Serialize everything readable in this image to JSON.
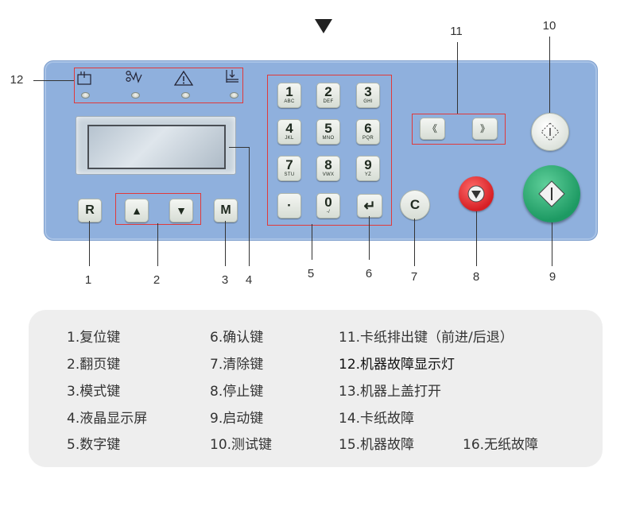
{
  "panel": {
    "numpad": [
      {
        "digit": "1",
        "letters": "ABC"
      },
      {
        "digit": "2",
        "letters": "DEF"
      },
      {
        "digit": "3",
        "letters": "GHI"
      },
      {
        "digit": "4",
        "letters": "JKL"
      },
      {
        "digit": "5",
        "letters": "MNO"
      },
      {
        "digit": "6",
        "letters": "PQR"
      },
      {
        "digit": "7",
        "letters": "STU"
      },
      {
        "digit": "8",
        "letters": "VWX"
      },
      {
        "digit": "9",
        "letters": "YZ"
      }
    ],
    "dot_key": "·",
    "zero_key": {
      "digit": "0",
      "letters": "-/"
    },
    "reset_label": "R",
    "mode_label": "M",
    "clear_label": "C",
    "up_label": "▲",
    "down_label": "▼",
    "enter_label": "↵",
    "rewind_label": "《",
    "forward_label": "》",
    "status_icons": [
      "jam-icon",
      "cover-open-icon",
      "warning-icon",
      "no-paper-icon"
    ]
  },
  "callouts": {
    "n1": "1",
    "n2": "2",
    "n3": "3",
    "n4": "4",
    "n5": "5",
    "n6": "6",
    "n7": "7",
    "n8": "8",
    "n9": "9",
    "n10": "10",
    "n11": "11",
    "n12": "12"
  },
  "legend": {
    "col1": [
      "1.复位键",
      "2.翻页键",
      "3.模式键",
      "4.液晶显示屏",
      "5.数字键"
    ],
    "col2": [
      "6.确认键",
      "7.清除键",
      "8.停止键",
      "9.启动键",
      "10.测试键"
    ],
    "col3": [
      "11.卡纸排出键（前进/后退）",
      "12.机器故障显示灯",
      "13.机器上盖打开",
      "14.卡纸故障",
      "15.机器故障"
    ],
    "col4": [
      "16.无纸故障"
    ]
  }
}
